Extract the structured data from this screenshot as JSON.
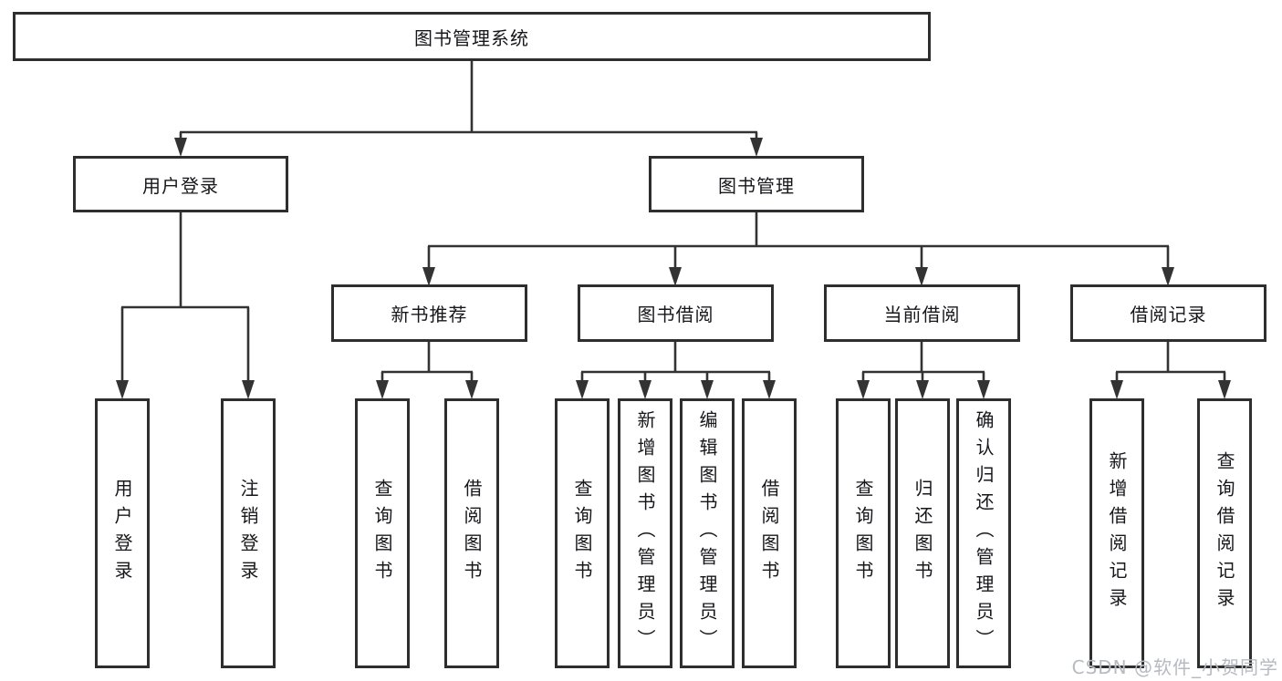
{
  "diagram": {
    "root": "图书管理系统",
    "level2": [
      {
        "label": "用户登录",
        "children": [
          "用户登录",
          "注销登录"
        ]
      },
      {
        "label": "图书管理",
        "children": [
          {
            "label": "新书推荐",
            "children": [
              "查询图书",
              "借阅图书"
            ]
          },
          {
            "label": "图书借阅",
            "children": [
              "查询图书",
              "新增图书（管理员）",
              "编辑图书（管理员）",
              "借阅图书"
            ]
          },
          {
            "label": "当前借阅",
            "children": [
              "查询图书",
              "归还图书",
              "确认归还（管理员）"
            ]
          },
          {
            "label": "借阅记录",
            "children": [
              "新增借阅记录",
              "查询借阅记录"
            ]
          }
        ]
      }
    ]
  },
  "watermark": "CSDN @软件_小贺同学",
  "colors": {
    "line": "#333333",
    "box_border": "#2e2e2e",
    "box_fill": "#ffffff",
    "text": "#17171b",
    "watermark": "#b6bac1",
    "background": "#ffffff"
  }
}
